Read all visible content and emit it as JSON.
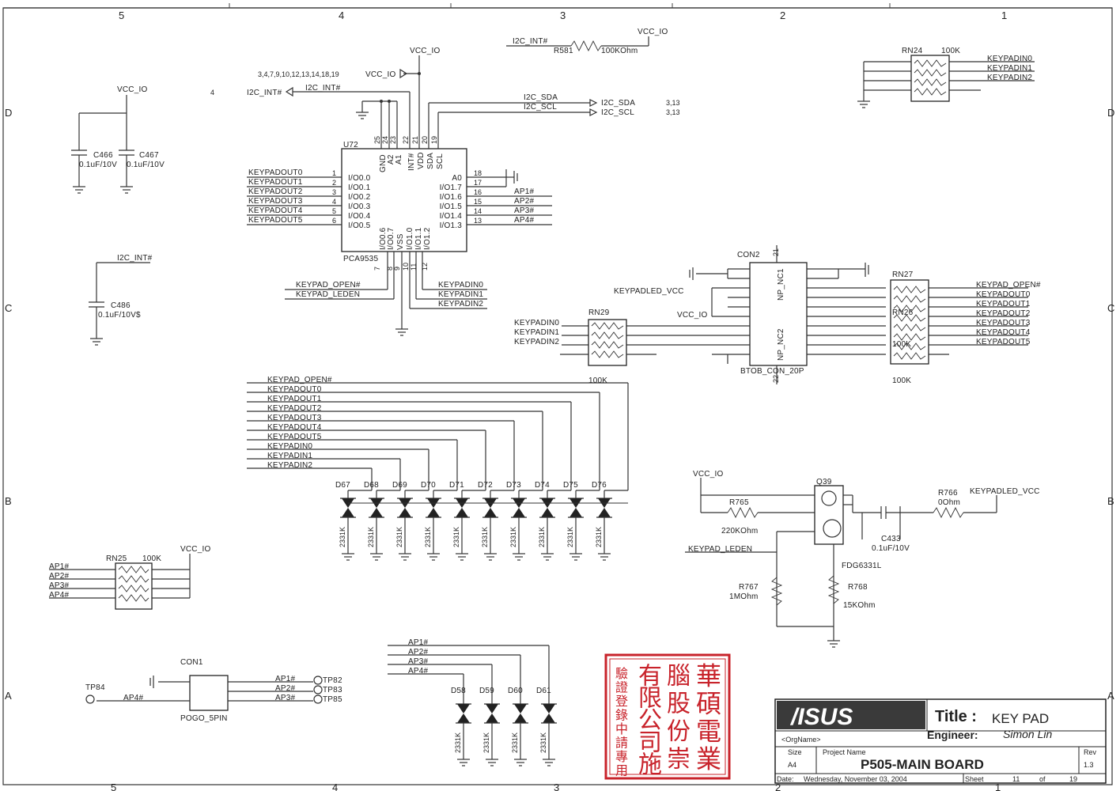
{
  "border": {
    "cols_top": [
      "5",
      "4",
      "3",
      "2",
      "1"
    ],
    "cols_bottom": [
      "5",
      "4",
      "3",
      "2",
      "1"
    ],
    "rows": [
      "D",
      "C",
      "B",
      "A"
    ]
  },
  "nets": {
    "vcc_io": "VCC_IO",
    "i2c_int": "I2C_INT#",
    "i2c_sda": "I2C_SDA",
    "i2c_scl": "I2C_SCL",
    "sda_ref": "3,13",
    "scl_ref": "3,13",
    "int_ref": "3,4,7,9,10,12,13,14,18,19",
    "int_ref2": "4",
    "keypadled_vcc": "KEYPADLED_VCC",
    "keypad_open": "KEYPAD_OPEN#",
    "keypad_leden": "KEYPAD_LEDEN"
  },
  "keypadout": [
    "KEYPADOUT0",
    "KEYPADOUT1",
    "KEYPADOUT2",
    "KEYPADOUT3",
    "KEYPADOUT4",
    "KEYPADOUT5"
  ],
  "keypadin": [
    "KEYPADIN0",
    "KEYPADIN1",
    "KEYPADIN2"
  ],
  "ap": [
    "AP1#",
    "AP2#",
    "AP3#",
    "AP4#"
  ],
  "u72": {
    "ref": "U72",
    "part": "PCA9535",
    "left_pins": [
      "I/O0.0",
      "I/O0.1",
      "I/O0.2",
      "I/O0.3",
      "I/O0.4",
      "I/O0.5"
    ],
    "left_nums": [
      "1",
      "2",
      "3",
      "4",
      "5",
      "6"
    ],
    "right_pins": [
      "A0",
      "I/O1.7",
      "I/O1.6",
      "I/O1.5",
      "I/O1.4",
      "I/O1.3"
    ],
    "right_nums": [
      "18",
      "17",
      "16",
      "15",
      "14",
      "13"
    ],
    "top_pins": [
      "GND",
      "A2",
      "A1",
      "INT#",
      "VDD",
      "SDA",
      "SCL"
    ],
    "top_nums": [
      "25",
      "24",
      "23",
      "22",
      "21",
      "20",
      "19"
    ],
    "bot_pins": [
      "I/O0.6",
      "I/O0.7",
      "VSS",
      "I/O1.0",
      "I/O1.1",
      "I/O1.2"
    ],
    "bot_nums": [
      "7",
      "8",
      "9",
      "10",
      "11",
      "12"
    ]
  },
  "caps": {
    "c466": {
      "ref": "C466",
      "val": "0.1uF/10V"
    },
    "c467": {
      "ref": "C467",
      "val": "0.1uF/10V"
    },
    "c486": {
      "ref": "C486",
      "val": "0.1uF/10V$"
    },
    "c433": {
      "ref": "C433",
      "val": "0.1uF/10V"
    }
  },
  "r581": {
    "ref": "R581",
    "val": "100KOhm"
  },
  "rn24": {
    "ref": "RN24",
    "val": "100K"
  },
  "rn25": {
    "ref": "RN25",
    "val": "100K"
  },
  "rn26": {
    "ref": "RN26",
    "val": "100K"
  },
  "rn27": {
    "ref": "RN27",
    "val": "100K"
  },
  "rn29": {
    "ref": "RN29",
    "val": "100K"
  },
  "con2": {
    "ref": "CON2",
    "part": "BTOB_CON_20P",
    "nc1": "NP_NC1",
    "nc2": "NP_NC2",
    "top": "21",
    "bot": "22"
  },
  "diodes_top": [
    "D67",
    "D68",
    "D69",
    "D70",
    "D71",
    "D72",
    "D73",
    "D74",
    "D75",
    "D76"
  ],
  "diodes_bot": [
    "D58",
    "D59",
    "D60",
    "D61"
  ],
  "diode_part": "2331K",
  "q39": {
    "ref": "Q39",
    "part": "FDG6331L"
  },
  "r765": {
    "ref": "R765",
    "val": "220KOhm"
  },
  "r766": {
    "ref": "R766",
    "val": "0Ohm"
  },
  "r767": {
    "ref": "R767",
    "val": "1MOhm"
  },
  "r768": {
    "ref": "R768",
    "val": "15KOhm"
  },
  "con1": {
    "ref": "CON1",
    "part": "POGO_5PIN"
  },
  "tps": [
    "TP82",
    "TP83",
    "TP85"
  ],
  "tp84": "TP84",
  "title_block": {
    "logo": "/ISUS",
    "title_label": "Title :",
    "title": "KEY PAD",
    "org": "<OrgName>",
    "engineer_label": "Engineer:",
    "engineer": "Simon Lin",
    "size_label": "Size",
    "size": "A4",
    "project_label": "Project Name",
    "project": "P505-MAIN BOARD",
    "rev_label": "Rev",
    "rev": "1.3",
    "date_label": "Date:",
    "date": "Wednesday, November 03, 2004",
    "sheet_label": "Sheet",
    "sheet": "11",
    "of_label": "of",
    "total": "19"
  },
  "stamp": {
    "col1": "驗證登錄中請專用",
    "col2": "有限公司施",
    "col3": "腦股份崇",
    "col4": "華碩電業"
  }
}
